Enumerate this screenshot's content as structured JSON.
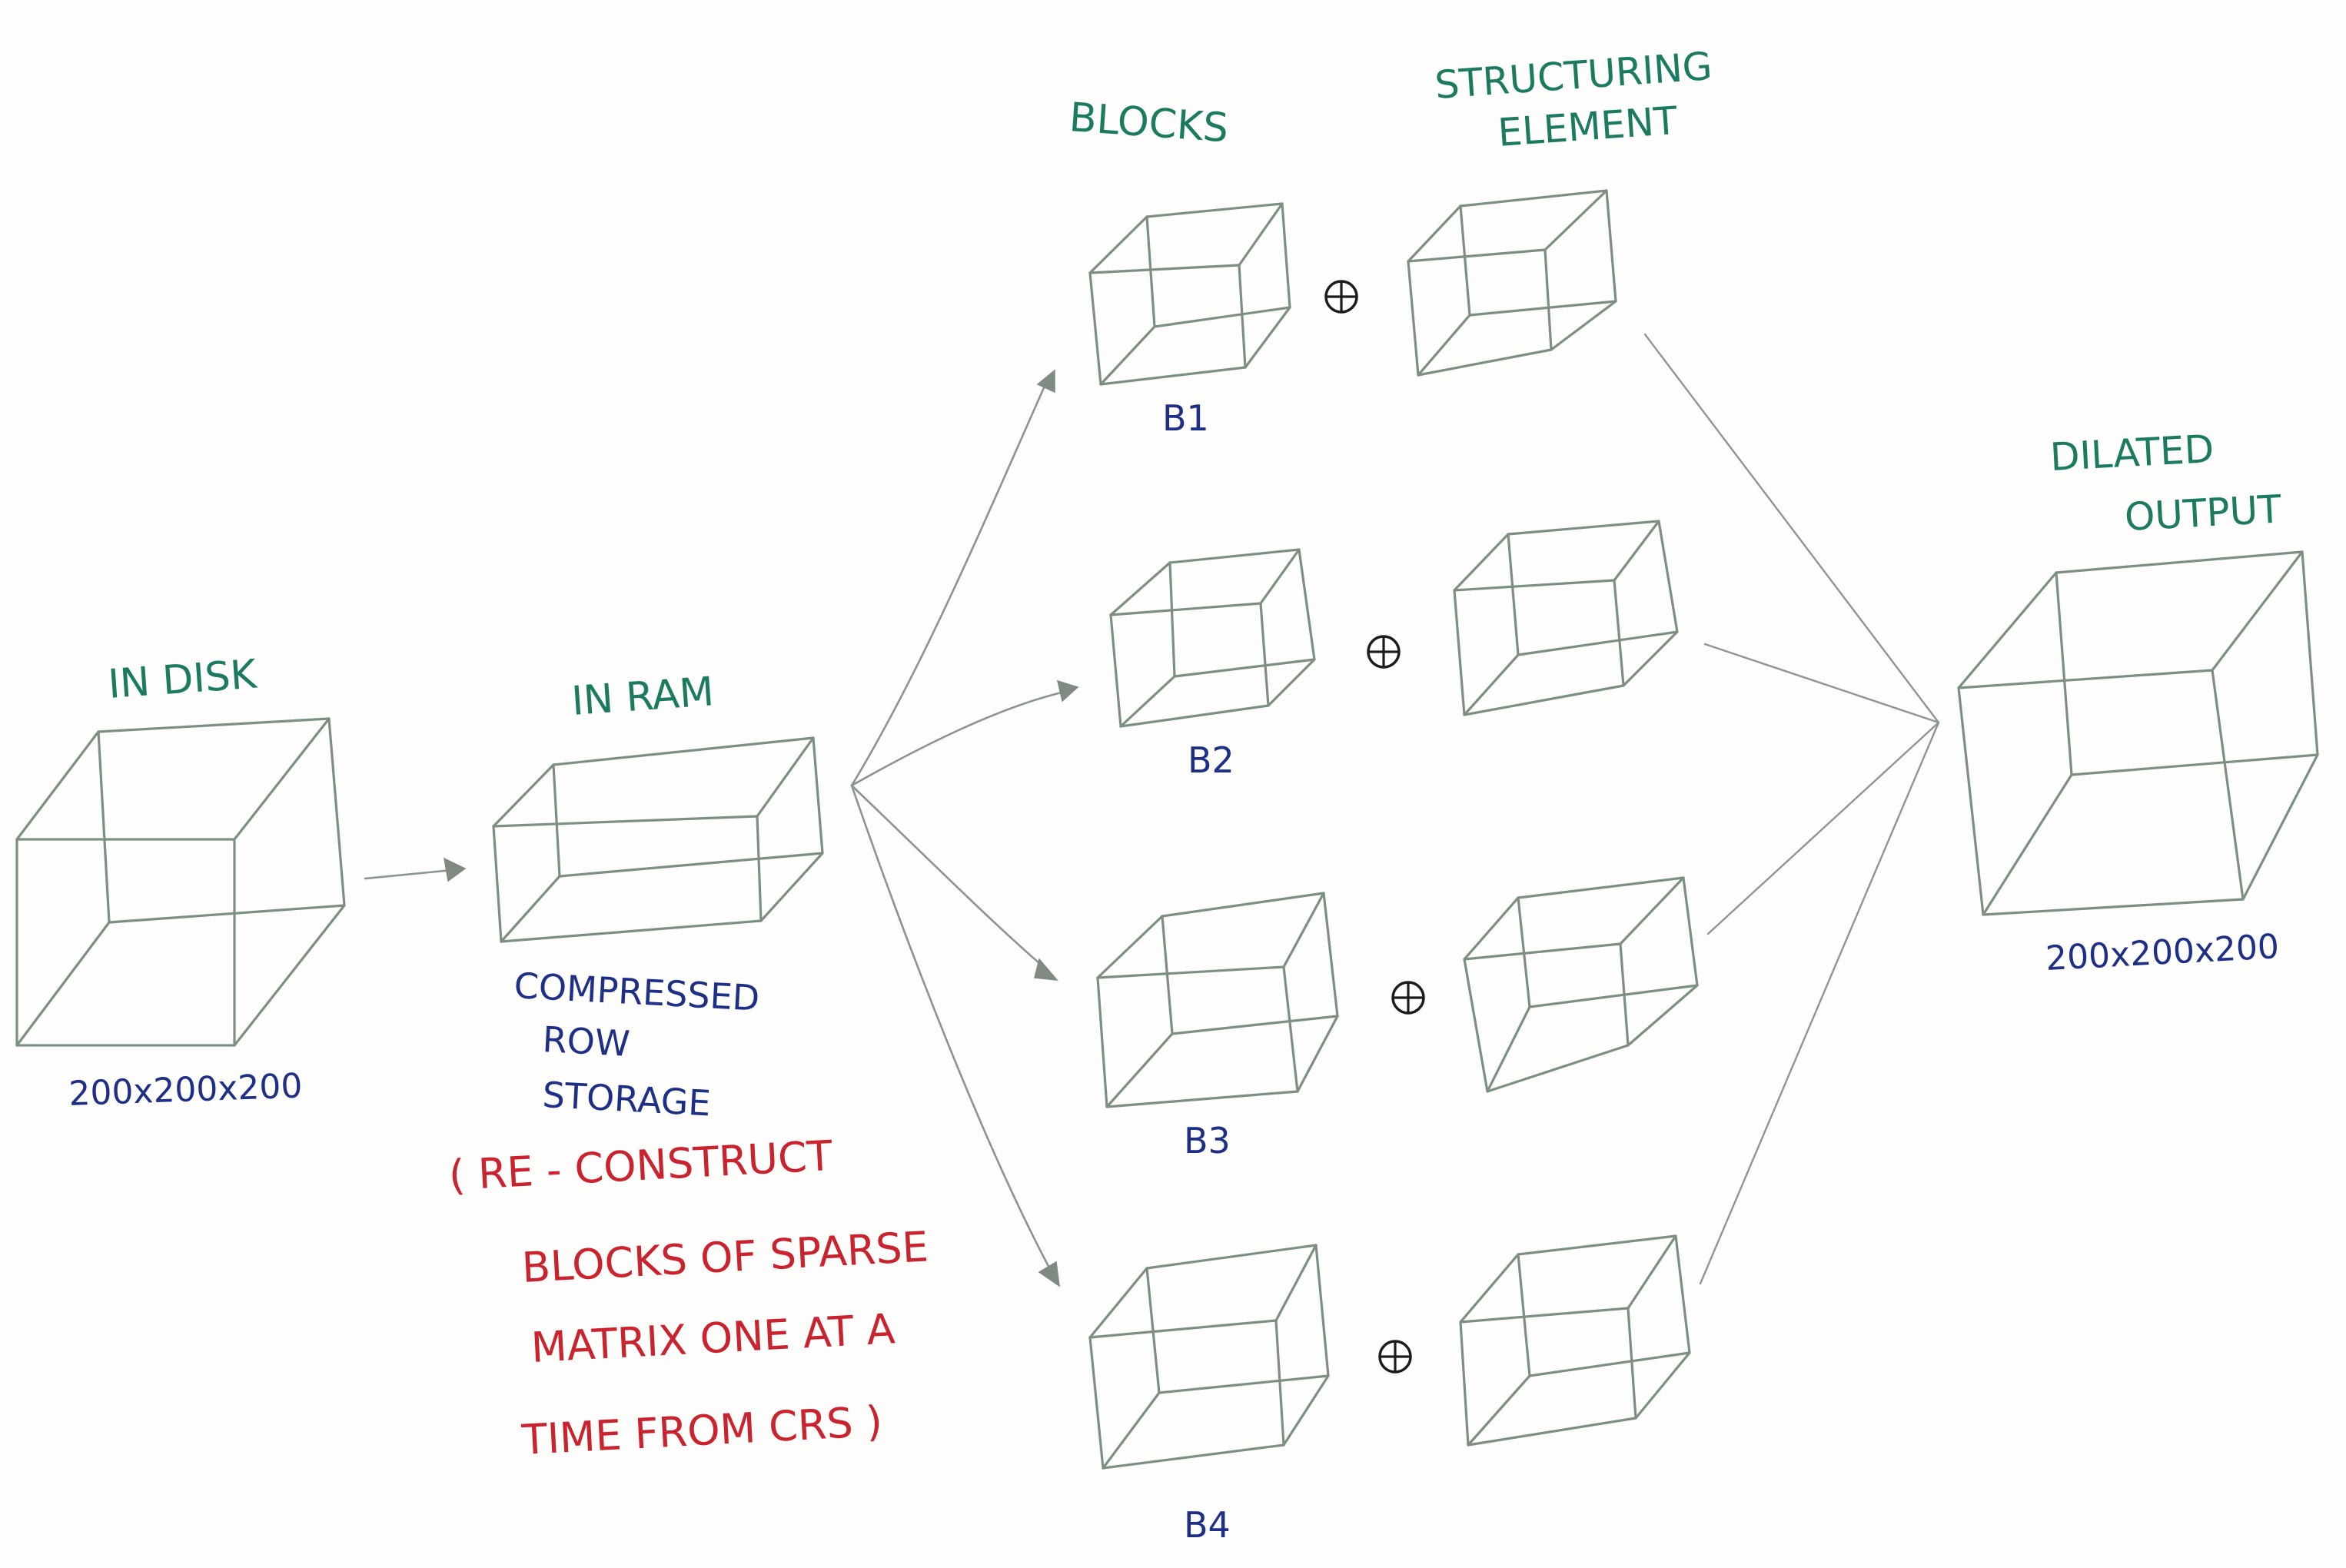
{
  "colors": {
    "green_labels": "#1c7a60",
    "blue_labels": "#1f2f86",
    "red_labels": "#c8232f",
    "pencil": "#7d8f82"
  },
  "labels": {
    "in_disk": "IN DISK",
    "disk_size": "200x200x200",
    "in_ram": "IN RAM",
    "crs_line1": "COMPRESSED",
    "crs_line2": "ROW",
    "crs_line3": "STORAGE",
    "note_line1": "( RE - CONSTRUCT",
    "note_line2": "BLOCKS  OF  SPARSE",
    "note_line3": "MATRIX  ONE  AT  A",
    "note_line4": "TIME  FROM  CRS )",
    "blocks_header": "BLOCKS",
    "se_header_line1": "STRUCTURING",
    "se_header_line2": "ELEMENT",
    "b1": "B1",
    "b2": "B2",
    "b3": "B3",
    "b4": "B4",
    "output_header_line1": "DILATED",
    "output_header_line2": "OUTPUT",
    "output_size": "200x200x200"
  },
  "operators": [
    {
      "symbol": "⊕",
      "name": "dilation"
    }
  ]
}
